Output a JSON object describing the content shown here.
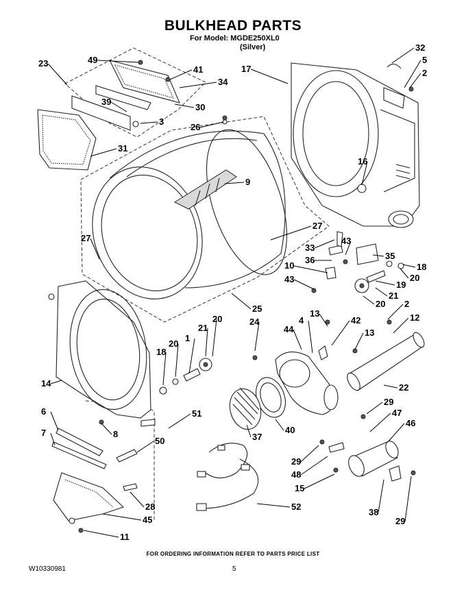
{
  "header": {
    "title": "BULKHEAD PARTS",
    "model_line": "For Model: MGDE250XL0",
    "variant": "(Silver)"
  },
  "callouts": [
    "49",
    "41",
    "34",
    "23",
    "39",
    "30",
    "3",
    "31",
    "26",
    "17",
    "32",
    "5",
    "2",
    "16",
    "9",
    "27",
    "27",
    "33",
    "43",
    "35",
    "36",
    "18",
    "10",
    "20",
    "19",
    "43",
    "21",
    "20",
    "25",
    "24",
    "13",
    "42",
    "2",
    "12",
    "13",
    "4",
    "44",
    "21",
    "20",
    "20",
    "1",
    "18",
    "14",
    "22",
    "6",
    "8",
    "51",
    "29",
    "47",
    "7",
    "50",
    "40",
    "37",
    "46",
    "29",
    "48",
    "15",
    "28",
    "38",
    "29",
    "52",
    "45",
    "11"
  ],
  "footer": {
    "ordering_note": "FOR ORDERING INFORMATION REFER TO PARTS PRICE LIST",
    "doc_number": "W10330981",
    "page_number": "5"
  }
}
